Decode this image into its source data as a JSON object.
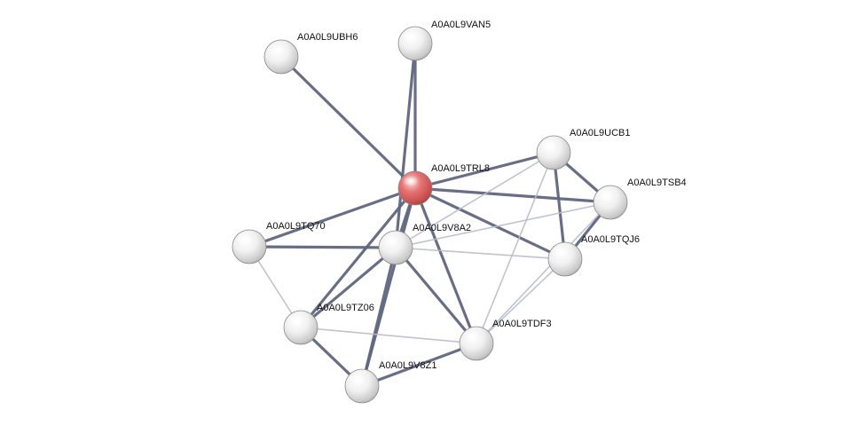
{
  "network": {
    "colors": {
      "query_node": "#e57373",
      "node": "#eeeeee",
      "edge_strong": "#5f6680",
      "edge_weak": "#b9bcc9"
    },
    "nodes": [
      {
        "id": "A0A0L9TRL8",
        "label": "A0A0L9TRL8",
        "query": true
      },
      {
        "id": "A0A0L9UBH6",
        "label": "A0A0L9UBH6",
        "query": false
      },
      {
        "id": "A0A0L9VAN5",
        "label": "A0A0L9VAN5",
        "query": false
      },
      {
        "id": "A0A0L9UCB1",
        "label": "A0A0L9UCB1",
        "query": false
      },
      {
        "id": "A0A0L9TSB4",
        "label": "A0A0L9TSB4",
        "query": false
      },
      {
        "id": "A0A0L9TQJ6",
        "label": "A0A0L9TQJ6",
        "query": false
      },
      {
        "id": "A0A0L9TQ70",
        "label": "A0A0L9TQ70",
        "query": false
      },
      {
        "id": "A0A0L9V8A2",
        "label": "A0A0L9V8A2",
        "query": false
      },
      {
        "id": "A0A0L9TZ06",
        "label": "A0A0L9TZ06",
        "query": false
      },
      {
        "id": "A0A0L9TDF3",
        "label": "A0A0L9TDF3",
        "query": false
      },
      {
        "id": "A0A0L9V8Z1",
        "label": "A0A0L9V8Z1",
        "query": false
      }
    ],
    "edges": [
      {
        "source": "A0A0L9TRL8",
        "target": "A0A0L9UBH6",
        "strength": "strong"
      },
      {
        "source": "A0A0L9TRL8",
        "target": "A0A0L9VAN5",
        "strength": "strong"
      },
      {
        "source": "A0A0L9TRL8",
        "target": "A0A0L9UCB1",
        "strength": "strong"
      },
      {
        "source": "A0A0L9TRL8",
        "target": "A0A0L9TSB4",
        "strength": "strong"
      },
      {
        "source": "A0A0L9TRL8",
        "target": "A0A0L9TQJ6",
        "strength": "strong"
      },
      {
        "source": "A0A0L9TRL8",
        "target": "A0A0L9TQ70",
        "strength": "strong"
      },
      {
        "source": "A0A0L9TRL8",
        "target": "A0A0L9V8A2",
        "strength": "strong"
      },
      {
        "source": "A0A0L9TRL8",
        "target": "A0A0L9TZ06",
        "strength": "strong"
      },
      {
        "source": "A0A0L9TRL8",
        "target": "A0A0L9TDF3",
        "strength": "strong"
      },
      {
        "source": "A0A0L9TRL8",
        "target": "A0A0L9V8Z1",
        "strength": "strong"
      },
      {
        "source": "A0A0L9V8A2",
        "target": "A0A0L9VAN5",
        "strength": "strong"
      },
      {
        "source": "A0A0L9V8A2",
        "target": "A0A0L9TQ70",
        "strength": "strong"
      },
      {
        "source": "A0A0L9V8A2",
        "target": "A0A0L9TZ06",
        "strength": "strong"
      },
      {
        "source": "A0A0L9V8A2",
        "target": "A0A0L9TDF3",
        "strength": "strong"
      },
      {
        "source": "A0A0L9V8A2",
        "target": "A0A0L9V8Z1",
        "strength": "strong"
      },
      {
        "source": "A0A0L9UCB1",
        "target": "A0A0L9TSB4",
        "strength": "strong"
      },
      {
        "source": "A0A0L9UCB1",
        "target": "A0A0L9TQJ6",
        "strength": "strong"
      },
      {
        "source": "A0A0L9TSB4",
        "target": "A0A0L9TQJ6",
        "strength": "strong"
      },
      {
        "source": "A0A0L9TZ06",
        "target": "A0A0L9V8Z1",
        "strength": "strong"
      },
      {
        "source": "A0A0L9V8Z1",
        "target": "A0A0L9TDF3",
        "strength": "strong"
      },
      {
        "source": "A0A0L9V8A2",
        "target": "A0A0L9UCB1",
        "strength": "weak"
      },
      {
        "source": "A0A0L9V8A2",
        "target": "A0A0L9TSB4",
        "strength": "weak"
      },
      {
        "source": "A0A0L9V8A2",
        "target": "A0A0L9TQJ6",
        "strength": "weak"
      },
      {
        "source": "A0A0L9TQ70",
        "target": "A0A0L9TZ06",
        "strength": "weak"
      },
      {
        "source": "A0A0L9TZ06",
        "target": "A0A0L9TDF3",
        "strength": "weak"
      },
      {
        "source": "A0A0L9UCB1",
        "target": "A0A0L9TDF3",
        "strength": "weak"
      },
      {
        "source": "A0A0L9TSB4",
        "target": "A0A0L9TDF3",
        "strength": "weak"
      },
      {
        "source": "A0A0L9TQJ6",
        "target": "A0A0L9TDF3",
        "strength": "weak"
      }
    ]
  }
}
